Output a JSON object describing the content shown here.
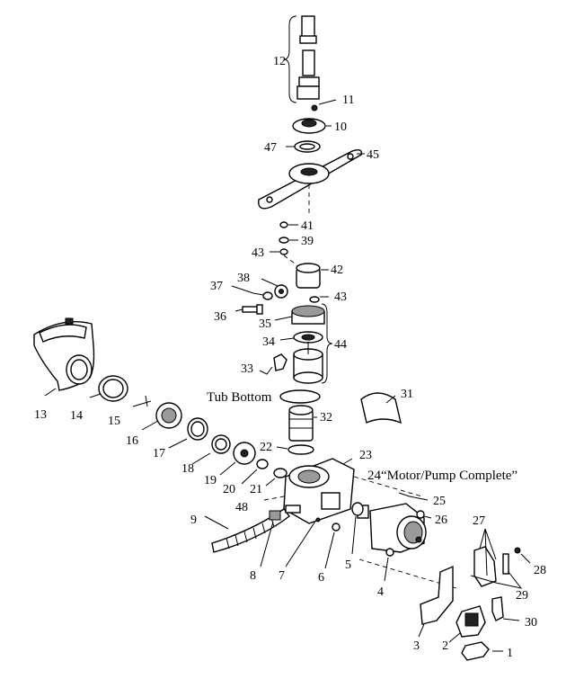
{
  "diagram": {
    "labels": {
      "p1": "1",
      "p2": "2",
      "p3": "3",
      "p4": "4",
      "p5": "5",
      "p6": "6",
      "p7": "7",
      "p8": "8",
      "p9": "9",
      "p10": "10",
      "p11": "11",
      "p12": "12",
      "p13": "13",
      "p14": "14",
      "p15": "15",
      "p16": "16",
      "p17": "17",
      "p18": "18",
      "p19": "19",
      "p20": "20",
      "p21": "21",
      "p22": "22",
      "p23": "23",
      "p24": "24“Motor/Pump Complete”",
      "p25": "25",
      "p26": "26",
      "p27": "27",
      "p28": "28",
      "p29": "29",
      "p30": "30",
      "p31": "31",
      "p32": "32",
      "p33": "33",
      "p34": "34",
      "p35": "35",
      "p36": "36",
      "p37": "37",
      "p38": "38",
      "p39": "39",
      "p41": "41",
      "p42": "42",
      "p43a": "43",
      "p43b": "43",
      "p44": "44",
      "p45": "45",
      "p47": "47",
      "p48": "48",
      "tub_bottom": "Tub Bottom"
    }
  }
}
